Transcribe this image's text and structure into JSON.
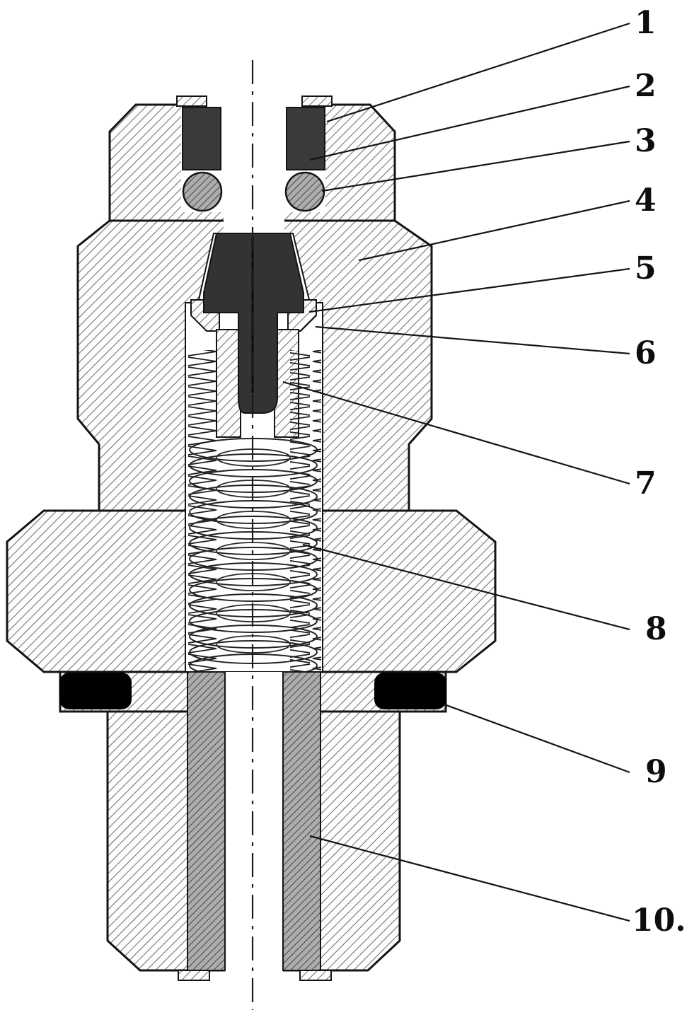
{
  "figure": {
    "description": "Sectional engineering drawing of a spring-loaded valve fitting with numbered part callouts",
    "callouts": [
      {
        "label": "1"
      },
      {
        "label": "2"
      },
      {
        "label": "3"
      },
      {
        "label": "4"
      },
      {
        "label": "5"
      },
      {
        "label": "6"
      },
      {
        "label": "7"
      },
      {
        "label": "8"
      },
      {
        "label": "9"
      },
      {
        "label": "10."
      }
    ]
  },
  "colors": {
    "background": "#ffffff",
    "line": "#141414",
    "dark_component": "#3a3a3a",
    "seal_black": "#000000",
    "hatch_gray": "#adadad"
  }
}
